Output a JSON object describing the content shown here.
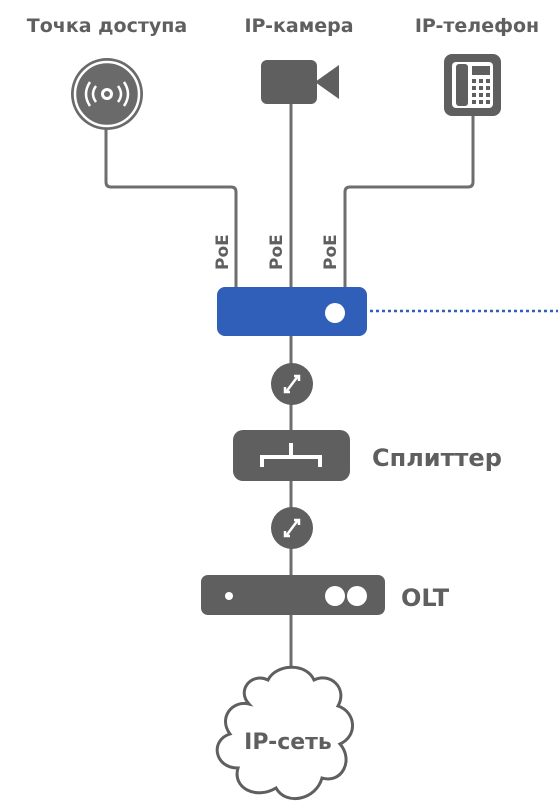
{
  "devices": {
    "access_point": {
      "label": "Точка доступа",
      "icon": "access-point-icon"
    },
    "ip_camera": {
      "label": "IP-камера",
      "icon": "video-camera-icon"
    },
    "ip_phone": {
      "label": "IP-телефон",
      "icon": "desk-phone-icon"
    }
  },
  "poe_links": [
    "PoE",
    "PoE",
    "PoE"
  ],
  "ont": {
    "icon": "ont-terminal-icon",
    "color": "#2f5fb8"
  },
  "splitter": {
    "label": "Сплиттер",
    "icon": "splitter-icon"
  },
  "olt": {
    "label": "OLT",
    "icon": "olt-icon"
  },
  "network": {
    "label": "IP-сеть",
    "icon": "cloud-icon"
  },
  "colors": {
    "gray": "#5f5f5f",
    "line": "#6e6e6e",
    "blue": "#2f5fb8",
    "dotted": "#2f5fb8"
  }
}
